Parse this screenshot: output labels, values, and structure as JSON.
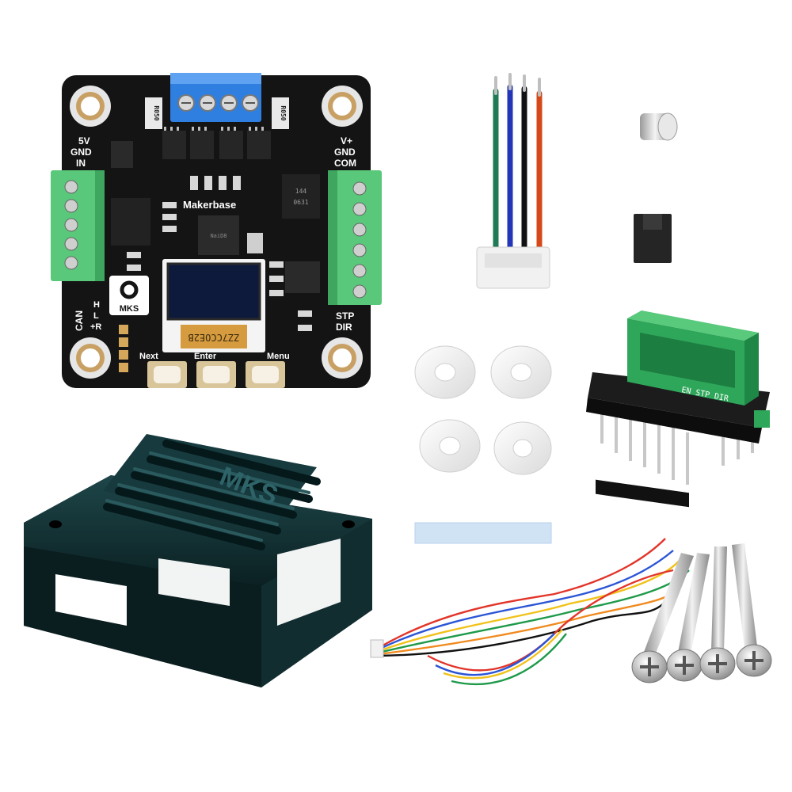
{
  "board": {
    "brand": "Makerbase",
    "logo_text": "MKS",
    "label_5v": "5V",
    "label_gnd_left": "GND",
    "label_in": "IN",
    "label_vplus": "V+",
    "label_gnd_right": "GND",
    "label_com": "COM",
    "label_can": "CAN",
    "label_h": "H",
    "label_l": "L",
    "label_r": "+R",
    "label_stp": "STP",
    "label_dir": "DIR",
    "label_next": "Next",
    "label_enter": "Enter",
    "label_menu": "Menu",
    "label_r050_left": "R050",
    "label_r050_right": "R050",
    "oled_flex_text": "ZZ7CCOE2B",
    "mcu_text": "NaiD8",
    "chip_644": "144",
    "chip_0631": "0631"
  },
  "heatsink": {
    "engraved_text": "MKS"
  },
  "adapter": {
    "silk_text": "EN STP DIR"
  },
  "colors": {
    "pcb": "#141414",
    "terminal_green": "#5ac87a",
    "terminal_blue": "#2f7fe0",
    "heatsink": "#0f2a2c",
    "washer": "#f2f2f2",
    "wire_green": "#1f7a55",
    "wire_blue": "#2336b8",
    "wire_black": "#111111",
    "wire_red": "#d4481a"
  }
}
